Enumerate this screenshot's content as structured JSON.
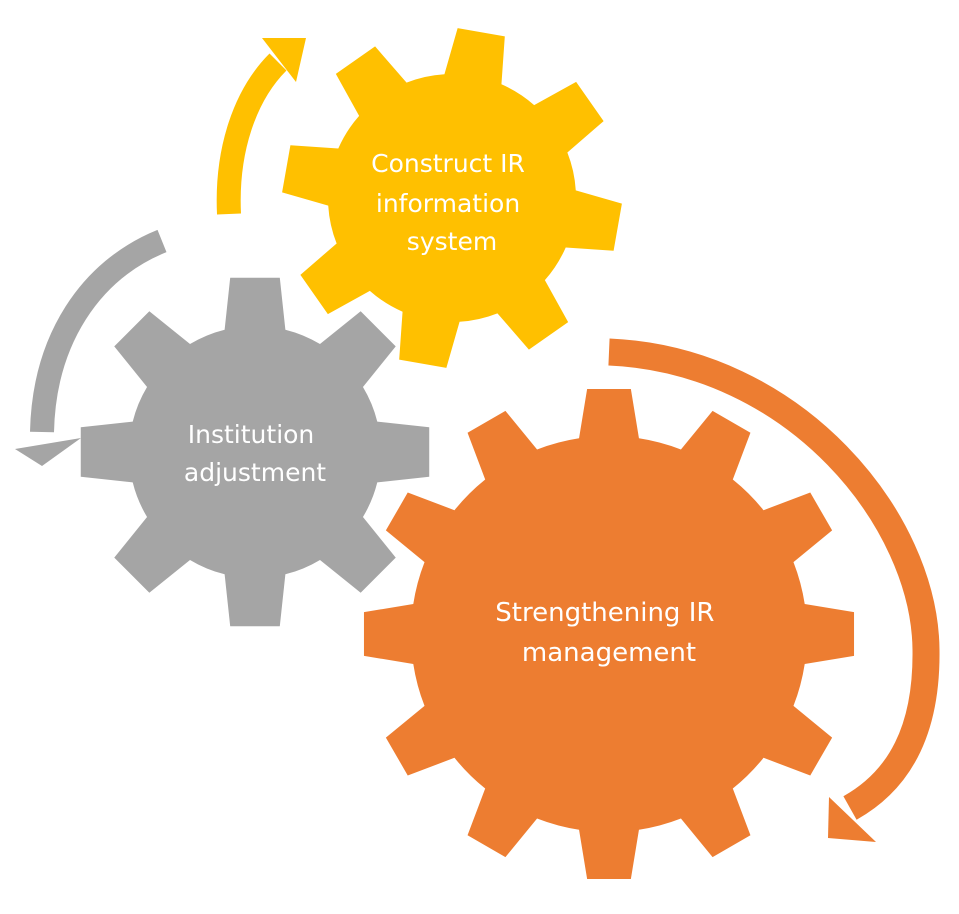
{
  "colors": {
    "yellow": "#FFC000",
    "gray": "#A5A5A5",
    "orange": "#ED7D31",
    "label": "#FFFFFF"
  },
  "gears": {
    "yellow": {
      "line1": "Construct IR",
      "line2": "information",
      "line3": "system"
    },
    "gray": {
      "line1": "Institution",
      "line2": "adjustment"
    },
    "orange": {
      "line1": "Strengthening IR",
      "line2": "management"
    }
  },
  "arrows": [
    {
      "name": "yellow-arrow",
      "color": "yellow",
      "direction": "clockwise"
    },
    {
      "name": "gray-arrow",
      "color": "gray",
      "direction": "counter-clockwise"
    },
    {
      "name": "orange-arrow",
      "color": "orange",
      "direction": "clockwise"
    }
  ]
}
